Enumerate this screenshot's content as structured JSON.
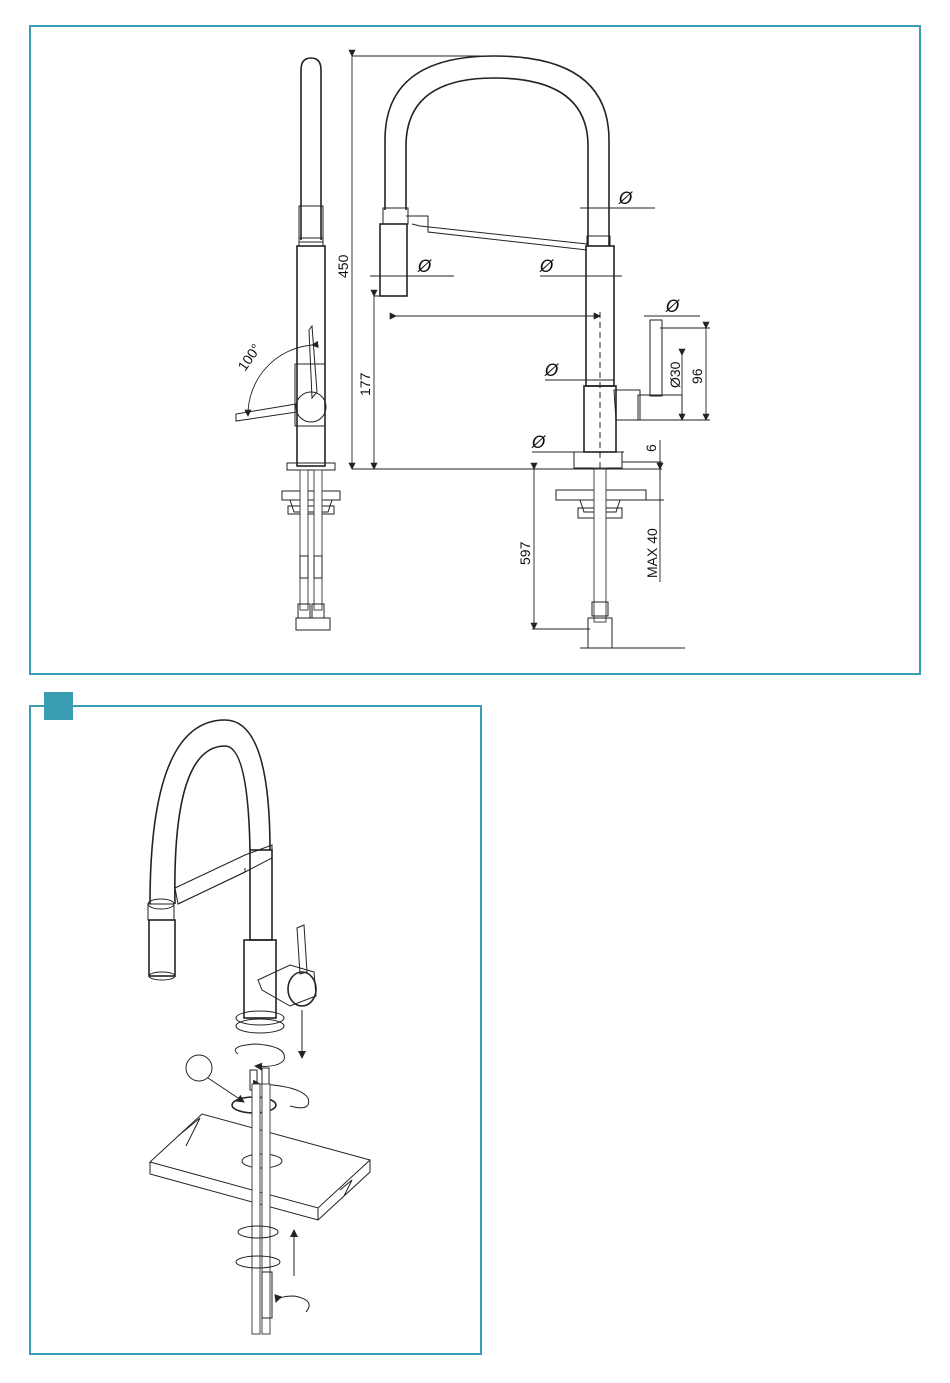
{
  "colors": {
    "frame": "#3a9db2",
    "line": "#222222"
  },
  "top_drawing": {
    "angle_label": "100°",
    "dimensions": {
      "height_total": "450",
      "spout_height": "177",
      "below_counter": "597",
      "handle_offset": "96",
      "body_diameter": "Ø30",
      "deck_thickness": "6",
      "max_counter": "MAX 40"
    },
    "diameter_symbol": "Ø"
  },
  "bottom_panel": {
    "badge": ""
  }
}
